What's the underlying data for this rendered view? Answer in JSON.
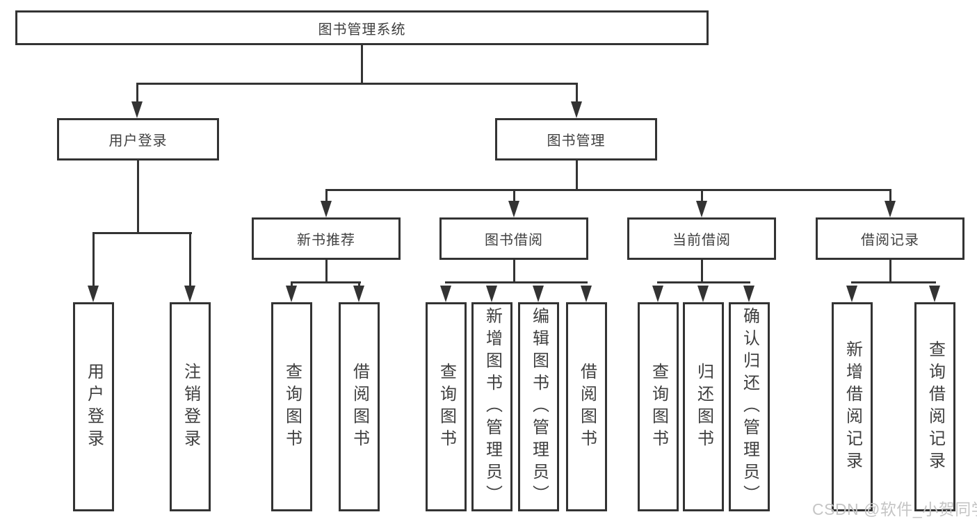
{
  "tree": {
    "root_label": "图书管理系统",
    "user_login": {
      "label": "用户登录",
      "children": [
        "用户登录",
        "注销登录"
      ]
    },
    "book_mgmt": {
      "label": "图书管理",
      "groups": [
        {
          "label": "新书推荐",
          "children": [
            "查询图书",
            "借阅图书"
          ]
        },
        {
          "label": "图书借阅",
          "children": [
            "查询图书",
            "新增图书（管理员）",
            "编辑图书（管理员）",
            "借阅图书"
          ]
        },
        {
          "label": "当前借阅",
          "children": [
            "查询图书",
            "归还图书",
            "确认归还（管理员）"
          ]
        },
        {
          "label": "借阅记录",
          "children": [
            "新增借阅记录",
            "查询借阅记录"
          ]
        }
      ]
    }
  },
  "watermark": "CSDN @软件_小贺同学",
  "colors": {
    "line": "#333333",
    "text": "#3f3f3f",
    "watermark": "#c5c5c5",
    "background": "#ffffff"
  }
}
